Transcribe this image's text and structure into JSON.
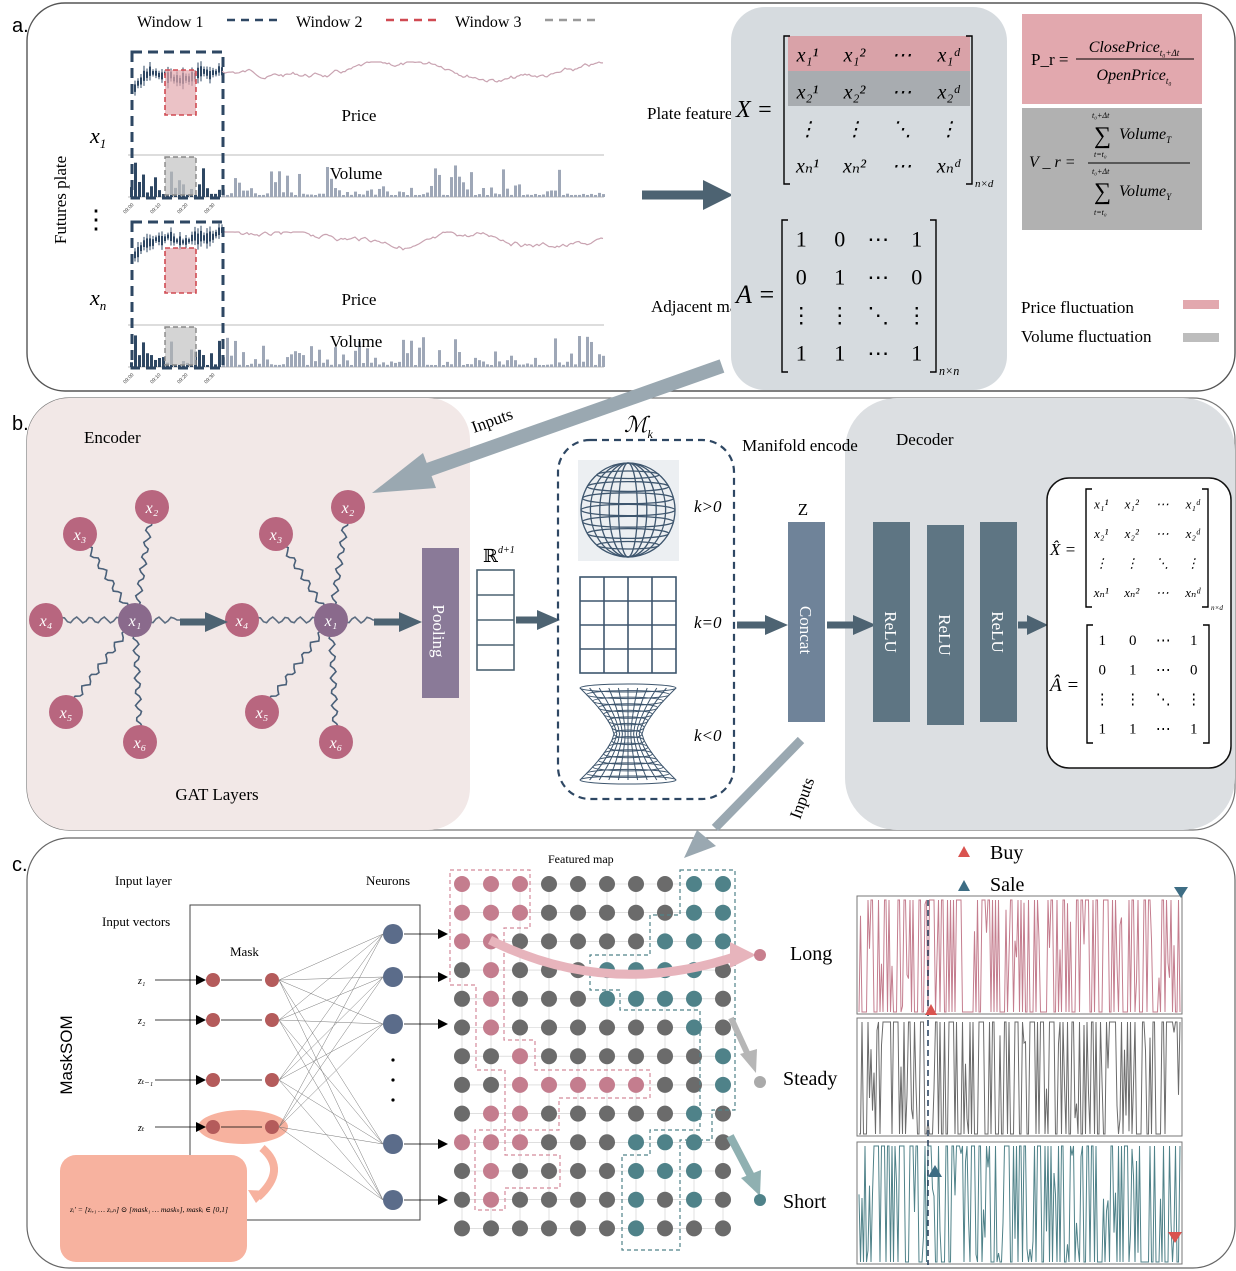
{
  "panels": {
    "a": {
      "label": "a.",
      "legend": {
        "window1": "Window 1",
        "window2": "Window 2",
        "window3": "Window 3"
      },
      "left_label": "Futures plate",
      "rows": [
        {
          "var": "x",
          "sub": "1",
          "price_label": "Price",
          "volume_label": "Volume"
        },
        {
          "var": "x",
          "sub": "n",
          "price_label": "Price",
          "volume_label": "Volume"
        }
      ],
      "ellipsis": "⋮",
      "time_ticks": [
        "09:00",
        "09:10",
        "09:20",
        "09:30"
      ],
      "plate_features_label": "Plate features",
      "adjacent_matrix_label": "Adjacent matrix",
      "matrix_X": {
        "lhs": "X =",
        "rows": [
          [
            "x₁¹",
            "x₁²",
            "⋯",
            "x₁ᵈ"
          ],
          [
            "x₂¹",
            "x₂²",
            "⋯",
            "x₂ᵈ"
          ],
          [
            "⋮",
            "⋮",
            "⋱",
            "⋮"
          ],
          [
            "xₙ¹",
            "xₙ²",
            "⋯",
            "xₙᵈ"
          ]
        ],
        "dim": "n×d"
      },
      "matrix_A": {
        "lhs": "A =",
        "rows": [
          [
            "1",
            "0",
            "⋯",
            "1"
          ],
          [
            "0",
            "1",
            "⋯",
            "0"
          ],
          [
            "⋮",
            "⋮",
            "⋱",
            "⋮"
          ],
          [
            "1",
            "1",
            "⋯",
            "1"
          ]
        ],
        "dim": "n×n"
      },
      "formula_price": {
        "lhs": "P_r =",
        "num": "ClosePrice",
        "num_sub": "t₀+Δt",
        "den": "OpenPrice",
        "den_sub": "t₀"
      },
      "formula_volume": {
        "lhs": "V _ r =",
        "num": "Volume",
        "num_sub": "T",
        "den": "Volume",
        "den_sub": "Y",
        "sum_top": "t₀+Δt",
        "sum_bottom": "t=t₀"
      },
      "legend_fluct": {
        "price": "Price fluctuation",
        "volume": "Volume fluctuation"
      }
    },
    "b": {
      "label": "b.",
      "encoder_title": "Encoder",
      "gat_label": "GAT Layers",
      "inputs_label": "Inputs",
      "pooling": "Pooling",
      "rd_label": "ℝ",
      "rd_sup": "d+1",
      "mk_label": "ℳ",
      "mk_sub": "k",
      "curvature": [
        "k>0",
        "k=0",
        "k<0"
      ],
      "manifold_label": "Manifold encode",
      "z_label": "Z",
      "concat": "Concat",
      "decoder_title": "Decoder",
      "relu": [
        "ReLU",
        "ReLU",
        "ReLU"
      ],
      "nodes": [
        "x₁",
        "x₂",
        "x₃",
        "x₄",
        "x₅",
        "x₆"
      ],
      "hat_X": "X̂ =",
      "hat_A": "Â ="
    },
    "c": {
      "label": "c.",
      "inputs_label": "Inputs",
      "masksom": "MaskSOM",
      "input_layer": "Input layer",
      "input_vectors": "Input vectors",
      "mask": "Mask",
      "neurons": "Neurons",
      "featured_map": "Featured map",
      "z_inputs": [
        "z₁",
        "z₂",
        "zₜ₋₁",
        "zₜ"
      ],
      "formula": "zᵢ′ = [zᵢ,₁ … zᵢ,ₙ] ⊙ [mask₁ … maskₙ], maskᵢ ∈ [0,1]",
      "outcomes": [
        "Long",
        "Steady",
        "Short"
      ],
      "buy": "Buy",
      "sale": "Sale"
    }
  },
  "colors": {
    "pink": "#b8667f",
    "pink_light": "#e2b3bd",
    "teal": "#4f8289",
    "navy": "#2e4763",
    "slate": "#5f7585",
    "grey_node": "#6e6e6e",
    "enc_bg": "#f2e8e7",
    "dec_bg": "#dcdfe2",
    "matrix_bg": "#d6dbdf",
    "orange": "#f7b29f"
  }
}
